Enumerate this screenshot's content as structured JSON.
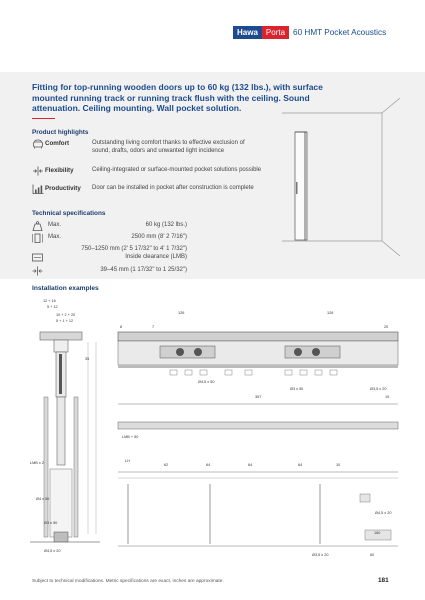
{
  "header": {
    "brand_hawa": "Hawa",
    "brand_porta": "Porta",
    "product": "60 HMT Pocket Acoustics"
  },
  "intro": {
    "headline": "Fitting for top-running wooden doors up to 60 kg (132 lbs.), with surface mounted running track or running track flush with the ceiling. Sound attenuation. Ceiling mounting. Wall pocket solution."
  },
  "highlights": {
    "title": "Product highlights",
    "items": [
      {
        "icon": "comfort-icon",
        "label": "Comfort",
        "description": "Outstanding living comfort thanks to effective exclusion of sound, drafts, odors and unwanted light incidence"
      },
      {
        "icon": "flexibility-icon",
        "label": "Flexibility",
        "description": "Ceiling-integrated or surface-mounted pocket solutions possible"
      },
      {
        "icon": "productivity-icon",
        "label": "Productivity",
        "description": "Door can be installed in pocket after construction is complete"
      }
    ]
  },
  "specs": {
    "title": "Technical specifications",
    "items": [
      {
        "icon": "weight-icon",
        "label": "Max.",
        "value": "60 kg (132 lbs.)"
      },
      {
        "icon": "door-width-icon",
        "label": "Max.",
        "value": "2500 mm (8' 2 7/16\")"
      },
      {
        "icon": "clearance-icon",
        "label": "",
        "value": "750–1250 mm (2' 5 17/32\" to 4' 1 7/32\")",
        "value2": "Inside clearance (LMB)"
      },
      {
        "icon": "thickness-icon",
        "label": "",
        "value": "39–45 mm (1 17/32\" to 1 25/32\")"
      }
    ]
  },
  "installation": {
    "title": "Installation examples",
    "dims": {
      "d1": "12 + 16",
      "d2": "5 + 12",
      "d3": "10 + 2 + 20",
      "d4": "5 + 1 + 12",
      "d5": "126",
      "d6": "126",
      "d7": "35",
      "d8": "8",
      "d9": "7",
      "d10": "20",
      "d11": "Ø4 x 50",
      "d12": "Ø4,5 x 50",
      "d13": "Ø3 x 50",
      "d14": "357",
      "d15": "19",
      "d16": "LMB + 50",
      "d17": "LH",
      "d18": "LMB x 2",
      "d19": "62",
      "d20": "64",
      "d21": "10",
      "d22": "Ø4,5 x 20",
      "d23": "160",
      "d24": "Ø3,5 x 20",
      "d25": "60"
    }
  },
  "footer": {
    "note": "Subject to technical modifications. Metric specifications are exact, inches are approximate.",
    "page": "181"
  },
  "colors": {
    "brand_blue": "#1d4b8f",
    "brand_red": "#d9232d",
    "panel_grey": "#f1f1f1"
  }
}
